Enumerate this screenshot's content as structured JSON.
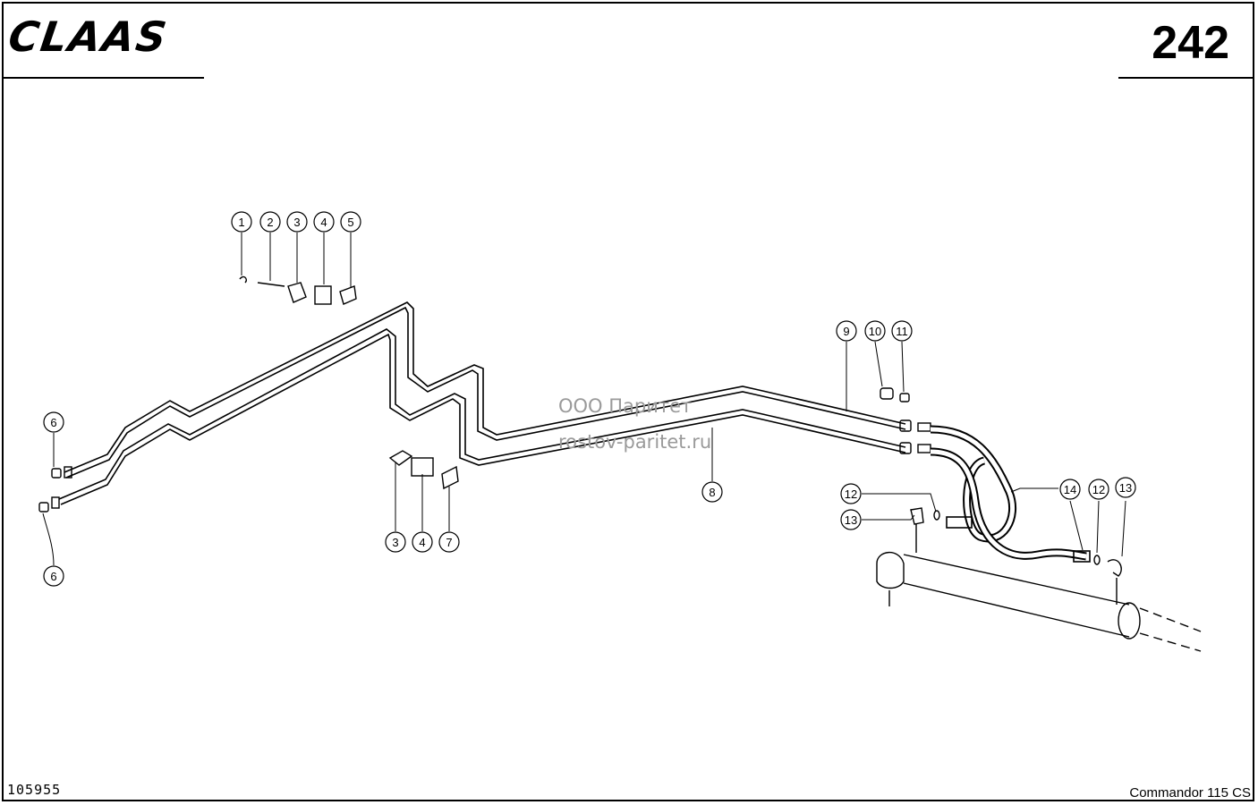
{
  "header": {
    "brand": "CLAAS",
    "page_number": "242"
  },
  "footer": {
    "drawing_number": "105955",
    "model": "Commandor 115 CS"
  },
  "watermark": {
    "line1": "ООО Паритет",
    "line2": "rostov-paritet.ru"
  },
  "callouts": [
    "1",
    "2",
    "3",
    "4",
    "5",
    "6",
    "6",
    "3",
    "4",
    "7",
    "8",
    "9",
    "10",
    "11",
    "12",
    "13",
    "14",
    "12",
    "13"
  ]
}
